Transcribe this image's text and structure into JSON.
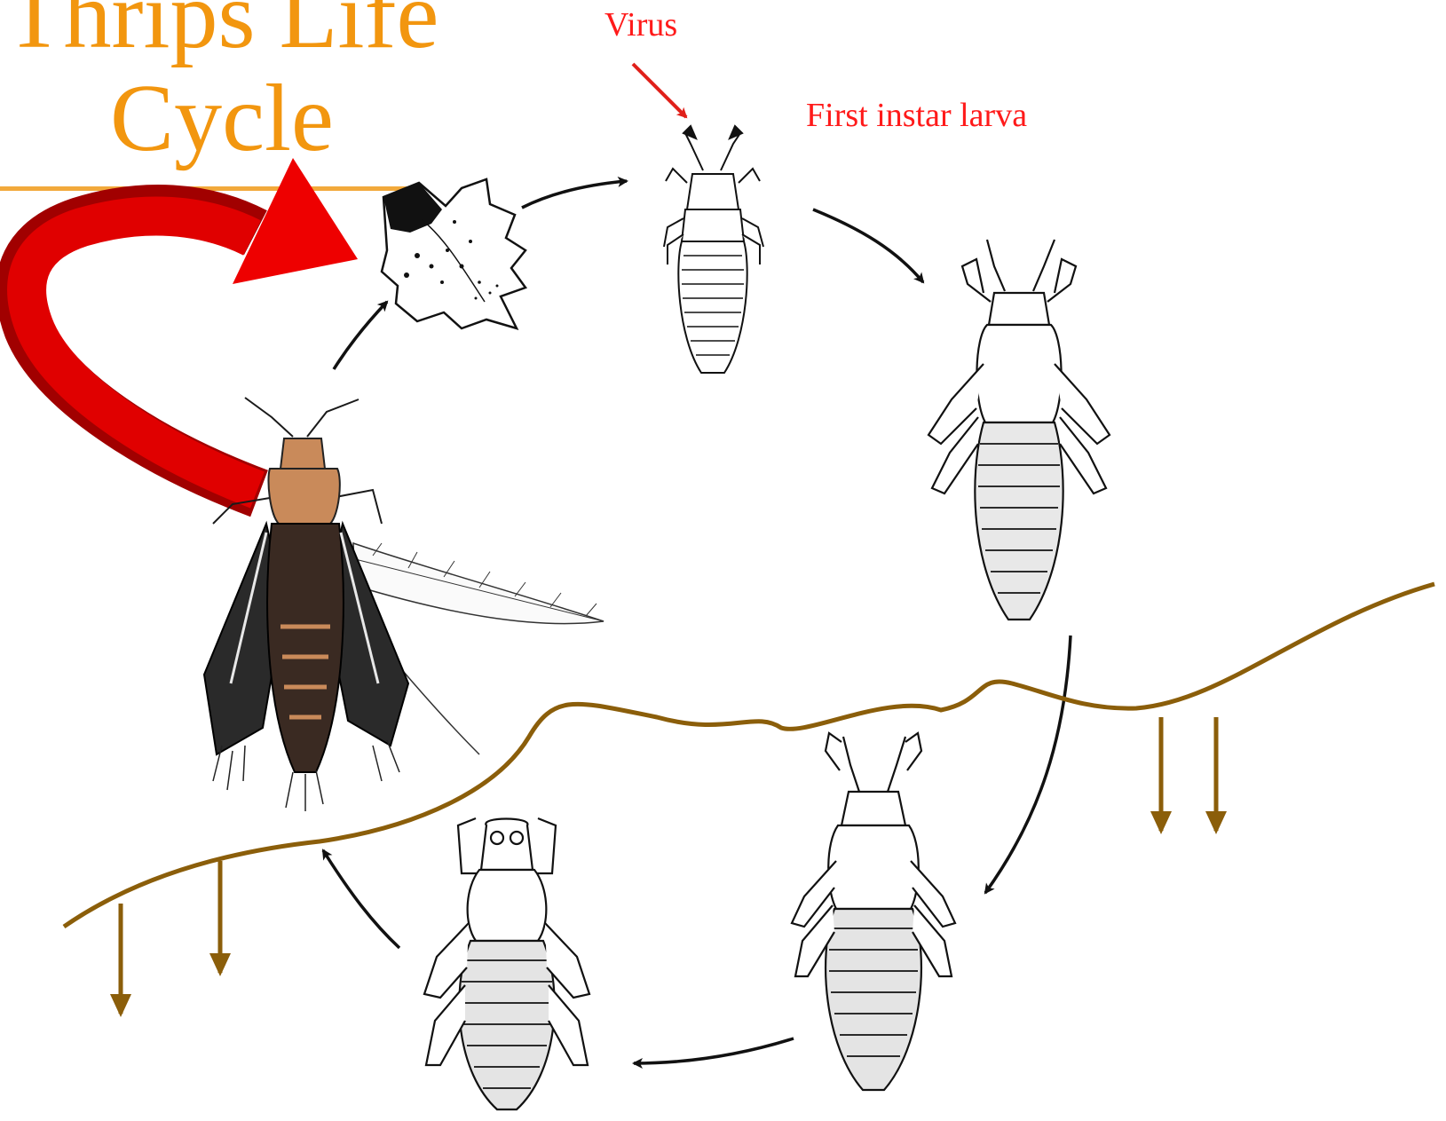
{
  "title": {
    "line1": "Thrips Life",
    "line2": "Cycle"
  },
  "labels": {
    "virus": "Virus",
    "first_instar": "First instar larva"
  },
  "colors": {
    "title": "#f2960f",
    "labels": "#ff1a1a",
    "soil": "#8b5e0a",
    "big_arrow": "#e00000",
    "arrows": "#111111"
  },
  "stages": [
    "leaf-with-feeding-damage",
    "first-instar-larva",
    "second-instar-larva",
    "prepupa",
    "pupa",
    "adult-thrips"
  ]
}
